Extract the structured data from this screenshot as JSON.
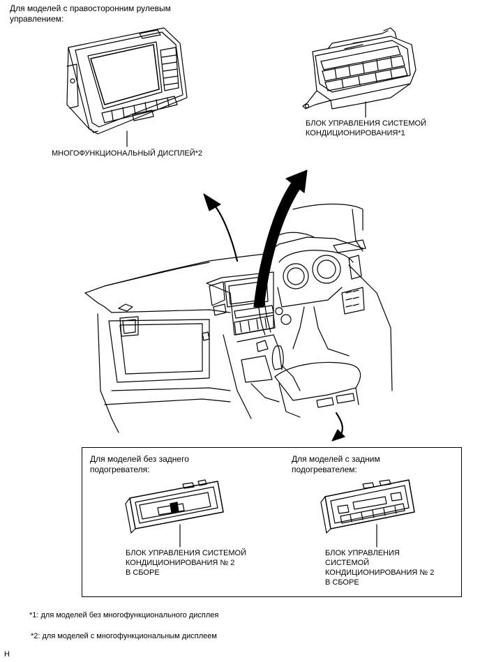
{
  "header": {
    "rhd_models": "Для моделей с правосторонним рулевым\nуправлением:"
  },
  "labels": {
    "multi_display": "МНОГОФУНКЦИОНАЛЬНЫЙ ДИСПЛЕЙ*2",
    "ac_control_unit": "БЛОК УПРАВЛЕНИЯ СИСТЕМОЙ\nКОНДИЦИОНИРОВАНИЯ*1"
  },
  "rear_panel": {
    "left_heading": "Для моделей без заднего\nподогревателя:",
    "right_heading": "Для моделей с задним\nподогревателем:",
    "left_part": "БЛОК УПРАВЛЕНИЯ СИСТЕМОЙ\nКОНДИЦИОНИРОВАНИЯ № 2\nВ СБОРЕ",
    "right_part": "БЛОК УПРАВЛЕНИЯ\nСИСТЕМОЙ\nКОНДИЦИОНИРОВАНИЯ № 2\nВ СБОРЕ"
  },
  "footnotes": {
    "note1": "*1: для моделей без многофункционального дисплея",
    "note2": "*2: для моделей с многофункциональным дисплеем"
  },
  "corner_code": "H"
}
